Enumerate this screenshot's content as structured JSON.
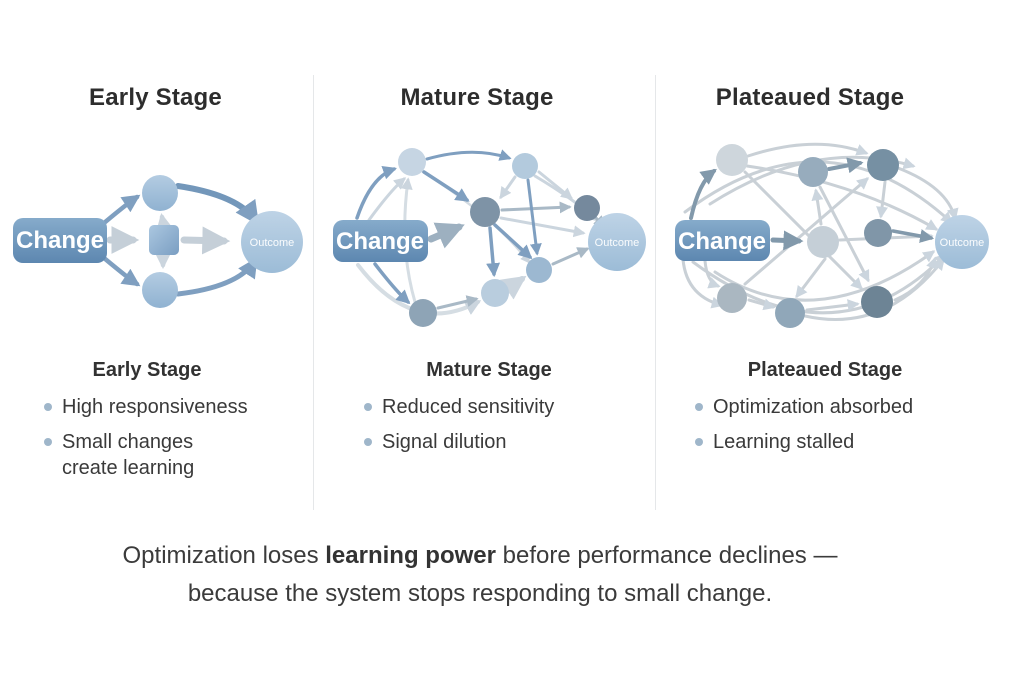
{
  "panels": [
    {
      "title": "Early Stage",
      "subheading": "Early Stage",
      "bullets": [
        "High responsiveness",
        "Small changes\ncreate learning"
      ],
      "diagram": {
        "change_label": "Change",
        "outcome_label": "Outcome"
      }
    },
    {
      "title": "Mature Stage",
      "subheading": "Mature Stage",
      "bullets": [
        "Reduced sensitivity",
        "Signal dilution"
      ],
      "diagram": {
        "change_label": "Change",
        "outcome_label": "Outcome"
      }
    },
    {
      "title": "Plateaued Stage",
      "subheading": "Plateaued Stage",
      "bullets": [
        "Optimization absorbed",
        "Learning stalled"
      ],
      "diagram": {
        "change_label": "Change",
        "outcome_label": "Outcome"
      }
    }
  ],
  "caption": {
    "line1_prefix": "Optimization loses ",
    "line1_bold": "learning power",
    "line1_suffix": " before performance declines —",
    "line2": "because the system stops responding to small change."
  },
  "colors": {
    "change_button": "#6f98bf",
    "outcome_circle": "#a9c5de",
    "node_light": "#c8d5e1",
    "node_medium": "#8ea4b6",
    "node_dark": "#75899d",
    "arrow_gray": "#c5cfd8",
    "arrow_steel": "#7f9fc0",
    "bullet_dot": "#9fb6ca",
    "divider": "#e5e7e9",
    "text": "#3a3a3a"
  }
}
